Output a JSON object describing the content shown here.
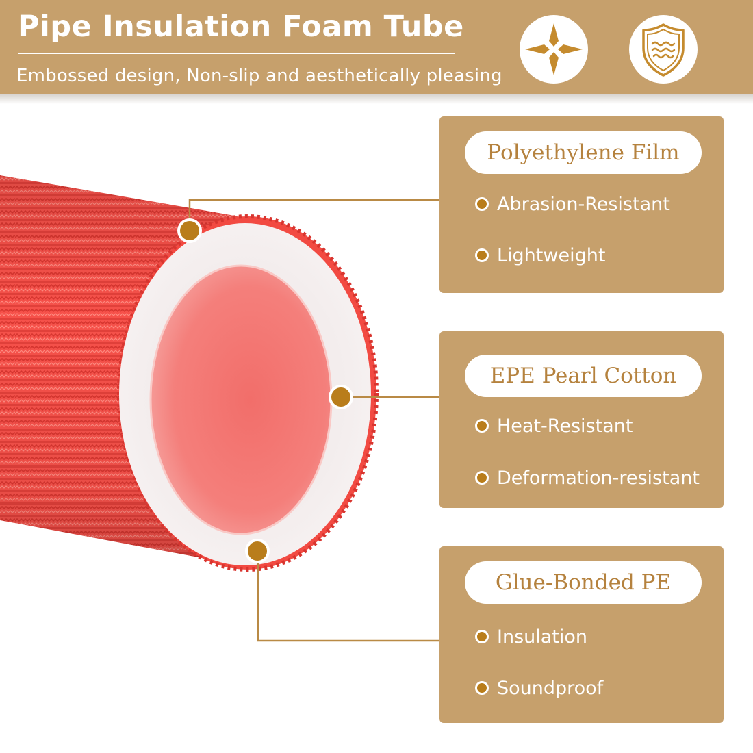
{
  "header": {
    "title": "Pipe Insulation Foam Tube",
    "subtitle": "Embossed design, Non-slip and aesthetically pleasing",
    "background_color": "#c6a06c",
    "icons": [
      "four-point-star-icon",
      "waterproof-shield-icon"
    ]
  },
  "panels": [
    {
      "layer": "Polyethylene Film",
      "features": [
        "Abrasion-Resistant",
        "Lightweight"
      ]
    },
    {
      "layer": "EPE Pearl Cotton",
      "features": [
        "Heat-Resistant",
        "Deformation-resistant"
      ]
    },
    {
      "layer": "Glue-Bonded PE",
      "features": [
        "Insulation",
        "Soundproof"
      ]
    }
  ],
  "colors": {
    "panel": "#c6a06c",
    "accent": "#b97d1b",
    "pill_text": "#b5823e",
    "tube": "#f8524a",
    "foam": "#f4eeee"
  }
}
